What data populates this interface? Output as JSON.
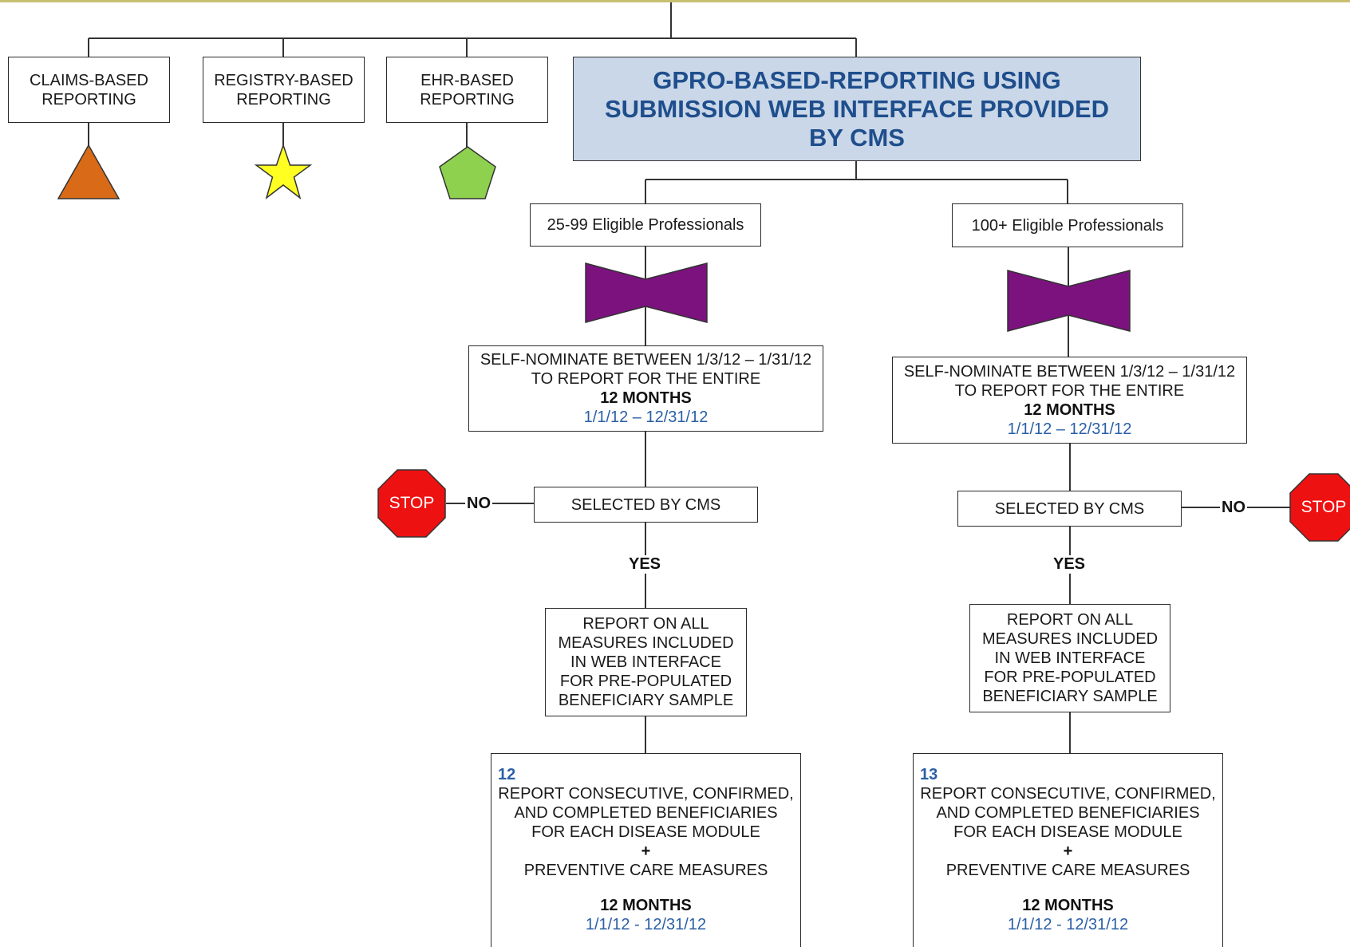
{
  "reporting_options": {
    "claims": "CLAIMS-BASED REPORTING",
    "registry": "REGISTRY-BASED REPORTING",
    "ehr": "EHR-BASED REPORTING",
    "gpro": "GPRO-BASED-REPORTING USING SUBMISSION WEB INTERFACE PROVIDED BY CMS"
  },
  "left_branch": {
    "group": "25-99 Eligible Professionals",
    "self_nominate": {
      "line1": "SELF-NOMINATE BETWEEN 1/3/12 – 1/31/12",
      "line2": "TO REPORT FOR THE ENTIRE",
      "period": "12 MONTHS",
      "dates": "1/1/12 – 12/31/12"
    },
    "selected": "SELECTED BY CMS",
    "no": "NO",
    "stop": "STOP",
    "yes": "YES",
    "report_all": [
      "REPORT ON ALL",
      "MEASURES INCLUDED",
      "IN WEB INTERFACE",
      "FOR PRE-POPULATED",
      "BENEFICIARY SAMPLE"
    ],
    "final": {
      "number": "12",
      "lines": [
        "REPORT CONSECUTIVE, CONFIRMED,",
        "AND COMPLETED BENEFICIARIES",
        "FOR EACH DISEASE MODULE",
        "+",
        "PREVENTIVE CARE MEASURES"
      ],
      "period": "12 MONTHS",
      "dates": "1/1/12 - 12/31/12"
    }
  },
  "right_branch": {
    "group": "100+ Eligible Professionals",
    "self_nominate": {
      "line1": "SELF-NOMINATE BETWEEN 1/3/12 – 1/31/12",
      "line2": "TO REPORT FOR THE ENTIRE",
      "period": "12 MONTHS",
      "dates": "1/1/12 – 12/31/12"
    },
    "selected": "SELECTED BY CMS",
    "no": "NO",
    "stop": "STOP",
    "yes": "YES",
    "report_all": [
      "REPORT ON ALL",
      "MEASURES INCLUDED",
      "IN WEB INTERFACE",
      "FOR PRE-POPULATED",
      "BENEFICIARY SAMPLE"
    ],
    "final": {
      "number": "13",
      "lines": [
        "REPORT CONSECUTIVE, CONFIRMED,",
        "AND COMPLETED BENEFICIARIES",
        "FOR EACH DISEASE MODULE",
        "+",
        "PREVENTIVE CARE MEASURES"
      ],
      "period": "12 MONTHS",
      "dates": "1/1/12 - 12/31/12"
    }
  },
  "colors": {
    "triangle": "#d96a17",
    "star": "#ffff22",
    "pentagon": "#8ed14f",
    "bowtie": "#7b127e",
    "stop": "#ee1111",
    "gpro_fill": "#c9d7e8",
    "gpro_text": "#1f4e8c"
  },
  "icons": [
    "triangle-icon",
    "star-icon",
    "pentagon-icon",
    "bowtie-icon",
    "stop-sign-icon"
  ]
}
